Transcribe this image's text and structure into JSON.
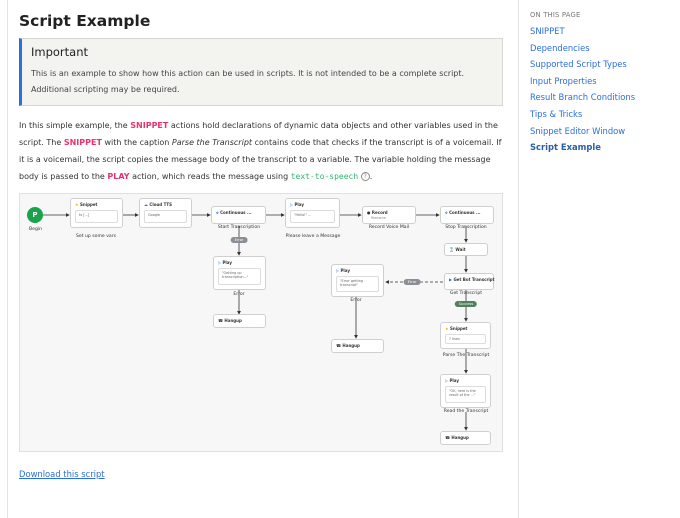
{
  "page": {
    "title": "Script Example",
    "callout": {
      "title": "Important",
      "text": "This is an example to show how this action can be used in scripts. It is not intended to be a complete script. Additional scripting may be required."
    },
    "paragraph": {
      "p1": "In this simple example, the ",
      "k1": "SNIPPET",
      "p2": " actions hold declarations of dynamic data objects and other variables used in the script. The ",
      "k2": "SNIPPET",
      "p3": " with the caption ",
      "caption": "Parse the Transcript",
      "p4": " contains code that checks if the transcript is of a voicemail. If it is a voicemail, the script copies the message body of the transcript to a variable. The variable holding the message body is passed to the ",
      "k3": "PLAY",
      "p5": " action, which reads the message using ",
      "code": "text-to-speech",
      "p6": ".",
      "help_glyph": "?"
    },
    "download_link": "Download this script"
  },
  "diagram": {
    "begin": {
      "symbol": "P",
      "label": "Begin"
    },
    "nodes": [
      {
        "id": "snippet1",
        "title": "Snippet",
        "body": "ts\n[...]",
        "caption": "Set up some vars"
      },
      {
        "id": "cloudtts",
        "title": "Cloud TTS",
        "body": "Google",
        "caption": ""
      },
      {
        "id": "cont1",
        "title": "Continuous ...",
        "body": "",
        "caption": "Start Transcription"
      },
      {
        "id": "play1",
        "title": "Play",
        "body": "\"Hello!\" ...",
        "caption": "Please leave a Message"
      },
      {
        "id": "record",
        "title": "Record",
        "body": "filename",
        "caption": "Record Voice Mail"
      },
      {
        "id": "cont2",
        "title": "Continuous ...",
        "body": "",
        "caption": "Stop Transcription"
      },
      {
        "id": "wait",
        "title": "Wait",
        "body": "",
        "caption": ""
      },
      {
        "id": "play2",
        "title": "Play",
        "body": "\"Getting up transcription...\"",
        "caption": "Error"
      },
      {
        "id": "hangup1",
        "title": "Hangup",
        "body": "",
        "caption": ""
      },
      {
        "id": "gettx",
        "title": "Get Bot Transcript",
        "body": "",
        "caption": "Get Transcript"
      },
      {
        "id": "play3",
        "title": "Play",
        "body": "\"Error getting transcript\"",
        "caption": "Error"
      },
      {
        "id": "hangup2",
        "title": "Hangup",
        "body": "",
        "caption": ""
      },
      {
        "id": "snippet2",
        "title": "Snippet",
        "body": "? lines",
        "caption": "Parse The Transcript"
      },
      {
        "id": "play4",
        "title": "Play",
        "body": "\"OK, here is the result of the ...\"",
        "caption": "Read the Transcript"
      },
      {
        "id": "hangup3",
        "title": "Hangup",
        "body": "",
        "caption": ""
      }
    ],
    "pills": {
      "error": "Error",
      "success": "Success"
    },
    "colors": {
      "begin": "#1aa34a",
      "error_pill": "#8a8f96",
      "success_pill": "#51805d",
      "snippet_icon": "#f5b400",
      "play_icon": "#2a6fdb"
    }
  },
  "toc": {
    "heading": "ON THIS PAGE",
    "items": [
      "SNIPPET",
      "Dependencies",
      "Supported Script Types",
      "Input Properties",
      "Result Branch Conditions",
      "Tips & Tricks",
      "Snippet Editor Window",
      "Script Example"
    ],
    "active": "Script Example"
  },
  "colors": {
    "link": "#2a6fdb",
    "keyword": "#e8336e",
    "code": "#2fb56f",
    "callout_accent": "#2a6fdb"
  }
}
